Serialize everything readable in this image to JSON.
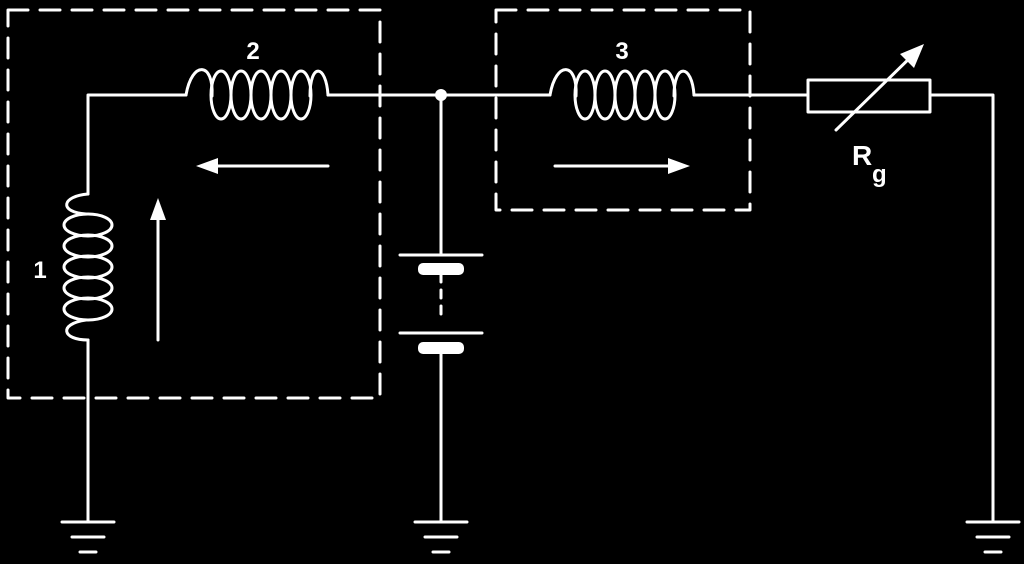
{
  "diagram": {
    "labels": {
      "coil_1": "1",
      "coil_2": "2",
      "coil_3": "3",
      "resistor_main": "R",
      "resistor_sub": "g"
    },
    "colors": {
      "background": "#000000",
      "line": "#ffffff"
    }
  }
}
